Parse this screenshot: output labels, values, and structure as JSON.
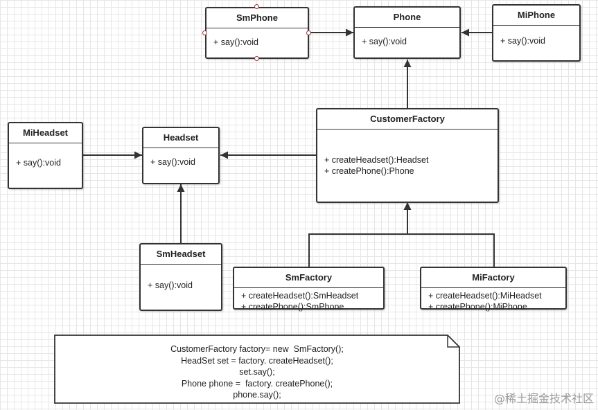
{
  "classes": {
    "smphone": {
      "title": "SmPhone",
      "methods": [
        "+ say():void"
      ]
    },
    "phone": {
      "title": "Phone",
      "methods": [
        "+ say():void"
      ]
    },
    "miphone": {
      "title": "MiPhone",
      "methods": [
        "+ say():void"
      ]
    },
    "miheadset": {
      "title": "MiHeadset",
      "methods": [
        "+ say():void"
      ]
    },
    "headset": {
      "title": "Headset",
      "methods": [
        "+ say():void"
      ]
    },
    "customerfactory": {
      "title": "CustomerFactory",
      "methods": [
        "+ createHeadset():Headset",
        "+ createPhone():Phone"
      ]
    },
    "smheadset": {
      "title": "SmHeadset",
      "methods": [
        "+ say():void"
      ]
    },
    "smfactory": {
      "title": "SmFactory",
      "methods": [
        "+  createHeadset():SmHeadset",
        "+ createPhone():SmPhone"
      ]
    },
    "mifactory": {
      "title": "MiFactory",
      "methods": [
        "+  createHeadset():MiHeadset",
        "+ createPhone():MiPhone"
      ]
    }
  },
  "note": {
    "lines": [
      "CustomerFactory factory= new  SmFactory();",
      "HeadSet set = factory. createHeadset();",
      "set.say();",
      "Phone phone =  factory. createPhone();",
      "phone.say();"
    ]
  },
  "watermark": "@稀土掘金技术社区"
}
